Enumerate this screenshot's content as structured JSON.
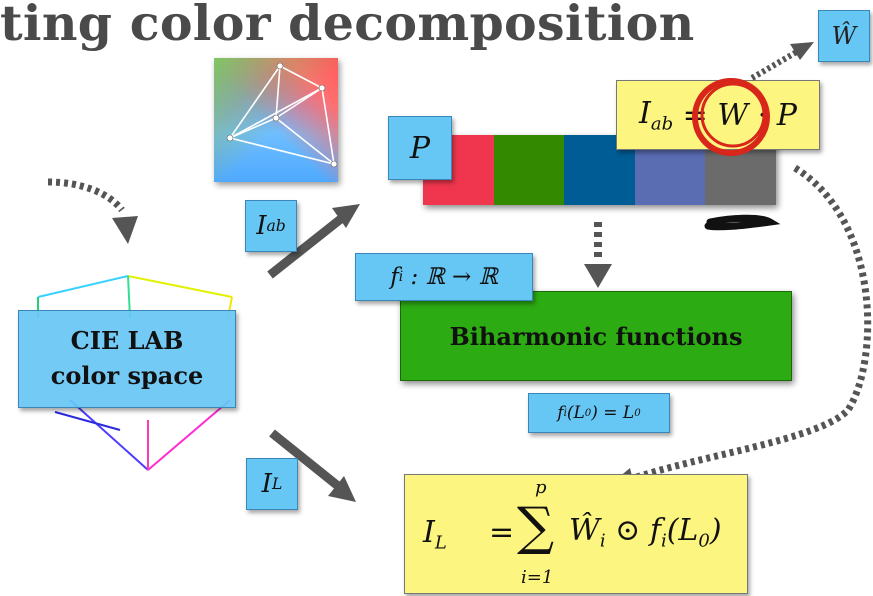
{
  "title": "ting color decomposition",
  "w_hat_label": "Ŵ",
  "palette_label": "P",
  "palette_colors": [
    "#f0364e",
    "#338a00",
    "#005c94",
    "#5a6cb2",
    "#6b6b6b"
  ],
  "equation_top": {
    "lhs": "I",
    "lhs_sub": "ab",
    "rhs": "= W · P"
  },
  "iab_label": {
    "main": "I",
    "sub": "ab"
  },
  "il_label": {
    "main": "I",
    "sub": "L"
  },
  "cielab": {
    "line1": "CIE LAB",
    "line2": "color space"
  },
  "map_label": {
    "f": "f",
    "sub": "i",
    "rest": ": ℝ → ℝ"
  },
  "biharmonic": "Biharmonic functions",
  "constraint": {
    "f": "f",
    "sub": "i",
    "arg": "(L",
    "arg_sub": "0",
    "rest": ") = L",
    "rest_sub": "0"
  },
  "equation_bottom": {
    "lhs": "I",
    "lhs_sub": "L",
    "eq": "=",
    "sum": "∑",
    "upper": "p",
    "lower": "i=1",
    "w": "Ŵ",
    "w_sub": "i",
    "op": "⊙",
    "f": "f",
    "f_sub": "i",
    "arg": "(L",
    "arg_sub": "0",
    "close": ")"
  }
}
